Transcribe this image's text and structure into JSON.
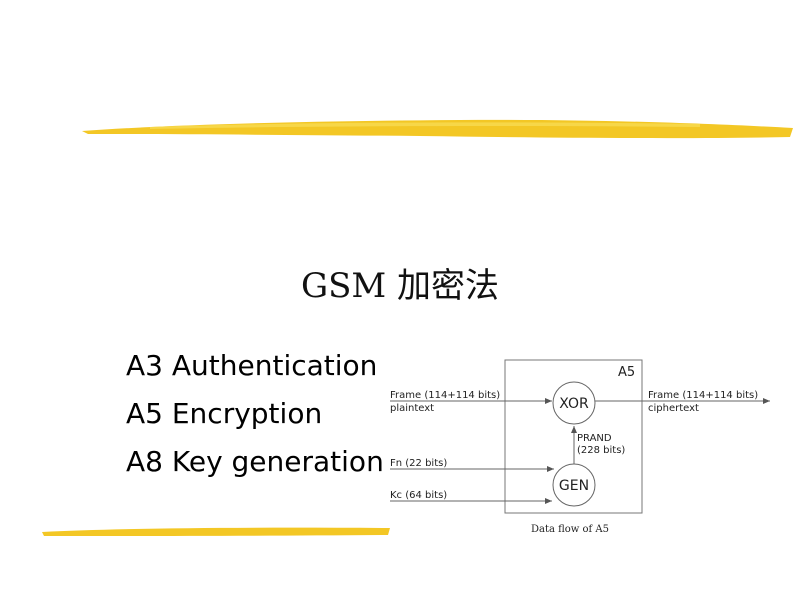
{
  "slide": {
    "title": "GSM 加密法",
    "bullets": [
      "A3 Authentication",
      "A5 Encryption",
      "A8 Key generation"
    ]
  },
  "diagram": {
    "box_label": "A5",
    "input_frame_label": "Frame (114+114 bits)",
    "input_frame_sub": "plaintext",
    "output_frame_label": "Frame (114+114 bits)",
    "output_frame_sub": "ciphertext",
    "xor_label": "XOR",
    "prand_label": "PRAND",
    "prand_bits": "(228 bits)",
    "fn_label": "Fn (22 bits)",
    "kc_label": "Kc (64 bits)",
    "gen_label": "GEN",
    "caption": "Data flow of A5"
  },
  "colors": {
    "accent_yellow": "#f2c419",
    "diagram_line": "#666666"
  }
}
